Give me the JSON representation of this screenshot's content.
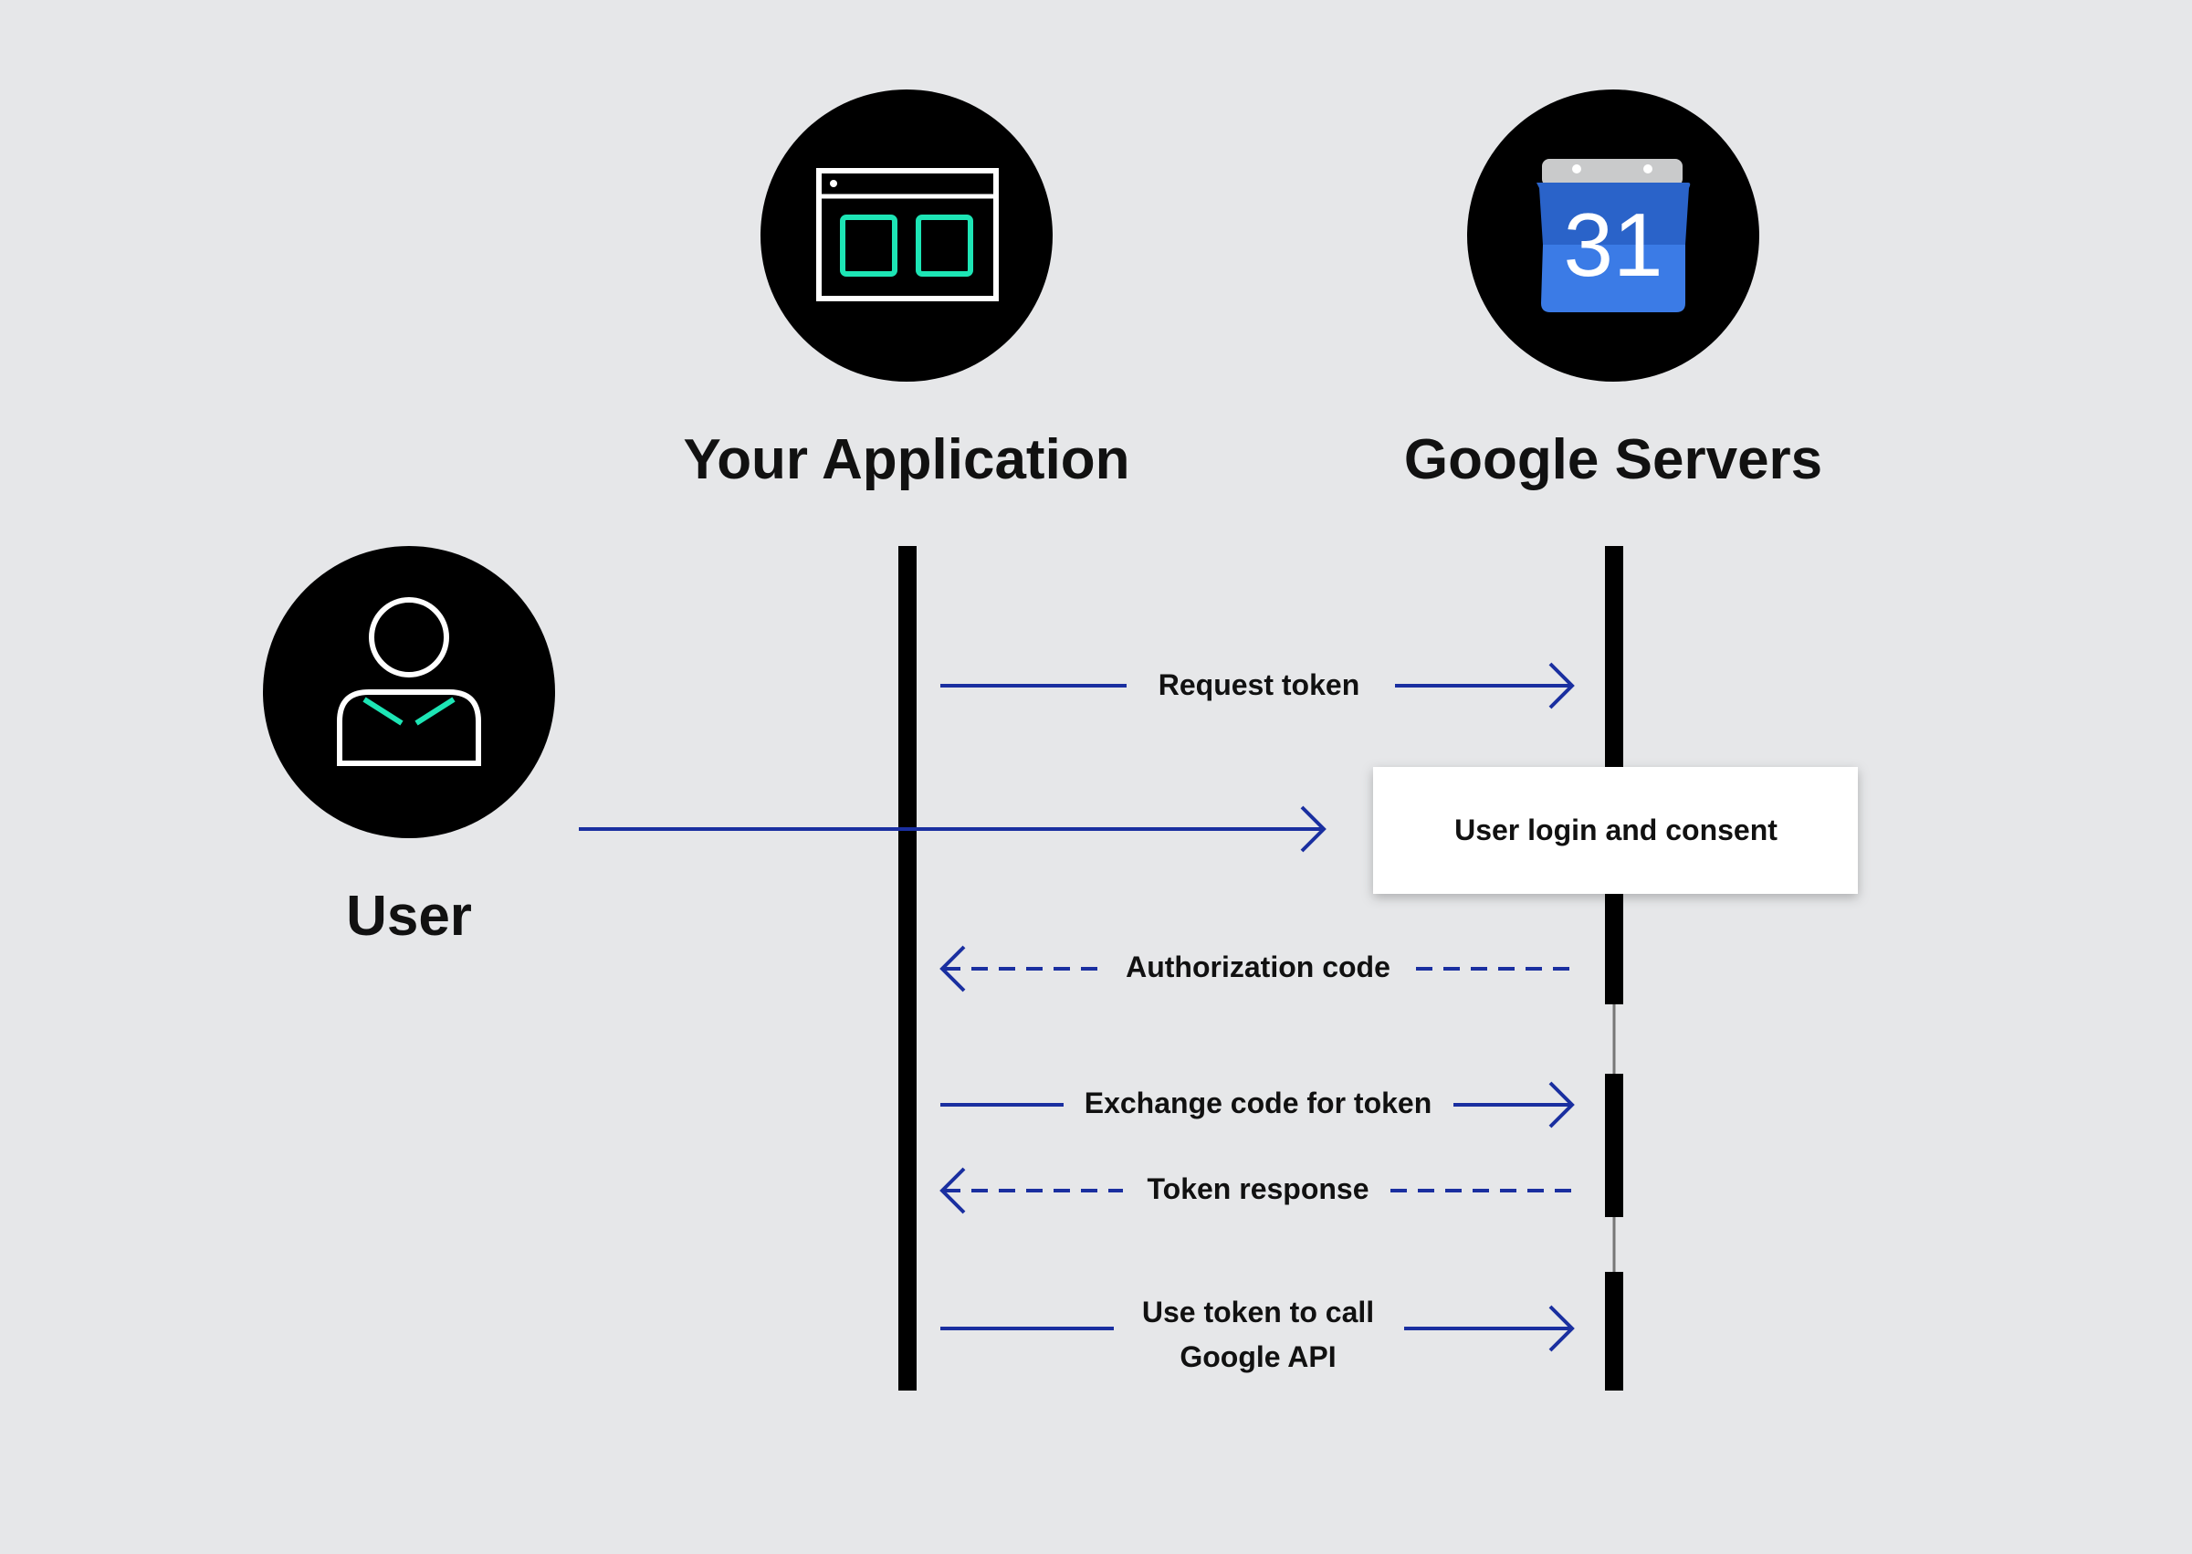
{
  "actors": {
    "user": {
      "label": "User",
      "icon": "user-icon"
    },
    "app": {
      "label": "Your Application",
      "icon": "browser-window-icon"
    },
    "google": {
      "label": "Google Servers",
      "icon": "google-calendar-icon",
      "calendar_day": "31"
    }
  },
  "messages": [
    {
      "id": "request-token",
      "from": "Your Application",
      "to": "Google Servers",
      "style": "solid",
      "lines": [
        "Request token"
      ]
    },
    {
      "id": "user-login",
      "from": "User",
      "to": "Google Servers",
      "style": "solid",
      "lines": [
        "User login and consent"
      ]
    },
    {
      "id": "authorization-code",
      "from": "Google Servers",
      "to": "Your Application",
      "style": "dashed",
      "lines": [
        "Authorization code"
      ]
    },
    {
      "id": "exchange-code",
      "from": "Your Application",
      "to": "Google Servers",
      "style": "solid",
      "lines": [
        "Exchange code for token"
      ]
    },
    {
      "id": "token-response",
      "from": "Google Servers",
      "to": "Your Application",
      "style": "dashed",
      "lines": [
        "Token response"
      ]
    },
    {
      "id": "use-token",
      "from": "Your Application",
      "to": "Google Servers",
      "style": "solid",
      "lines": [
        "Use token to call",
        "Google API"
      ]
    }
  ],
  "colors": {
    "background": "#e6e7e9",
    "arrow": "#1a2fa0",
    "accent": "#1de5b5",
    "calendar_blue": "#3b7be6",
    "calendar_dark_blue": "#2a63c9",
    "calendar_header": "#c9cacb"
  }
}
